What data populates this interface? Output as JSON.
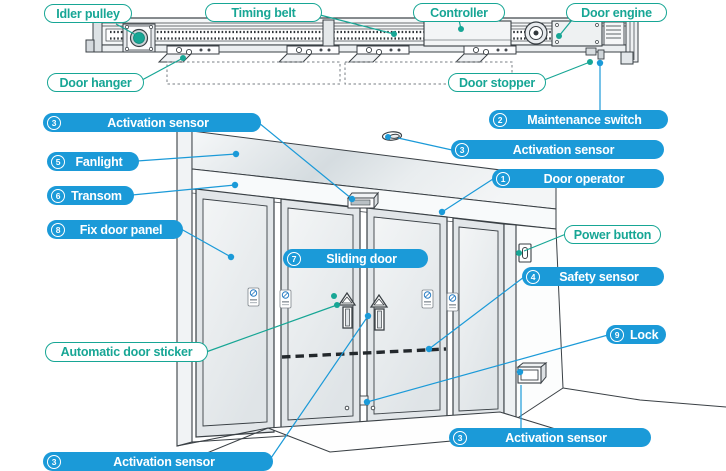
{
  "figure": "Automatic sliding door components diagram",
  "colors": {
    "label_blue": "#1b9ad8",
    "label_teal": "#17a695",
    "line_art": "#3a4045",
    "beam_dash": "#23282c"
  },
  "labels": {
    "idler_pulley": {
      "text": "Idler pulley"
    },
    "timing_belt": {
      "text": "Timing belt"
    },
    "controller": {
      "text": "Controller"
    },
    "door_engine": {
      "text": "Door engine"
    },
    "door_hanger": {
      "text": "Door hanger"
    },
    "door_stopper": {
      "text": "Door stopper"
    },
    "maintenance_switch": {
      "num": "2",
      "text": "Maintenance switch"
    },
    "activation_sensor_top_left": {
      "num": "3",
      "text": "Activation sensor"
    },
    "activation_sensor_right": {
      "num": "3",
      "text": "Activation sensor"
    },
    "activation_sensor_bottom_right": {
      "num": "3",
      "text": "Activation sensor"
    },
    "activation_sensor_bottom_left": {
      "num": "3",
      "text": "Activation sensor"
    },
    "fanlight": {
      "num": "5",
      "text": "Fanlight"
    },
    "transom": {
      "num": "6",
      "text": "Transom"
    },
    "fix_door_panel": {
      "num": "8",
      "text": "Fix door panel"
    },
    "door_operator": {
      "num": "1",
      "text": "Door operator"
    },
    "power_button": {
      "text": "Power button"
    },
    "safety_sensor": {
      "num": "4",
      "text": "Safety sensor"
    },
    "sliding_door": {
      "num": "7",
      "text": "Sliding door"
    },
    "automatic_door_sticker": {
      "text": "Automatic door sticker"
    },
    "lock": {
      "num": "9",
      "text": "Lock"
    }
  }
}
